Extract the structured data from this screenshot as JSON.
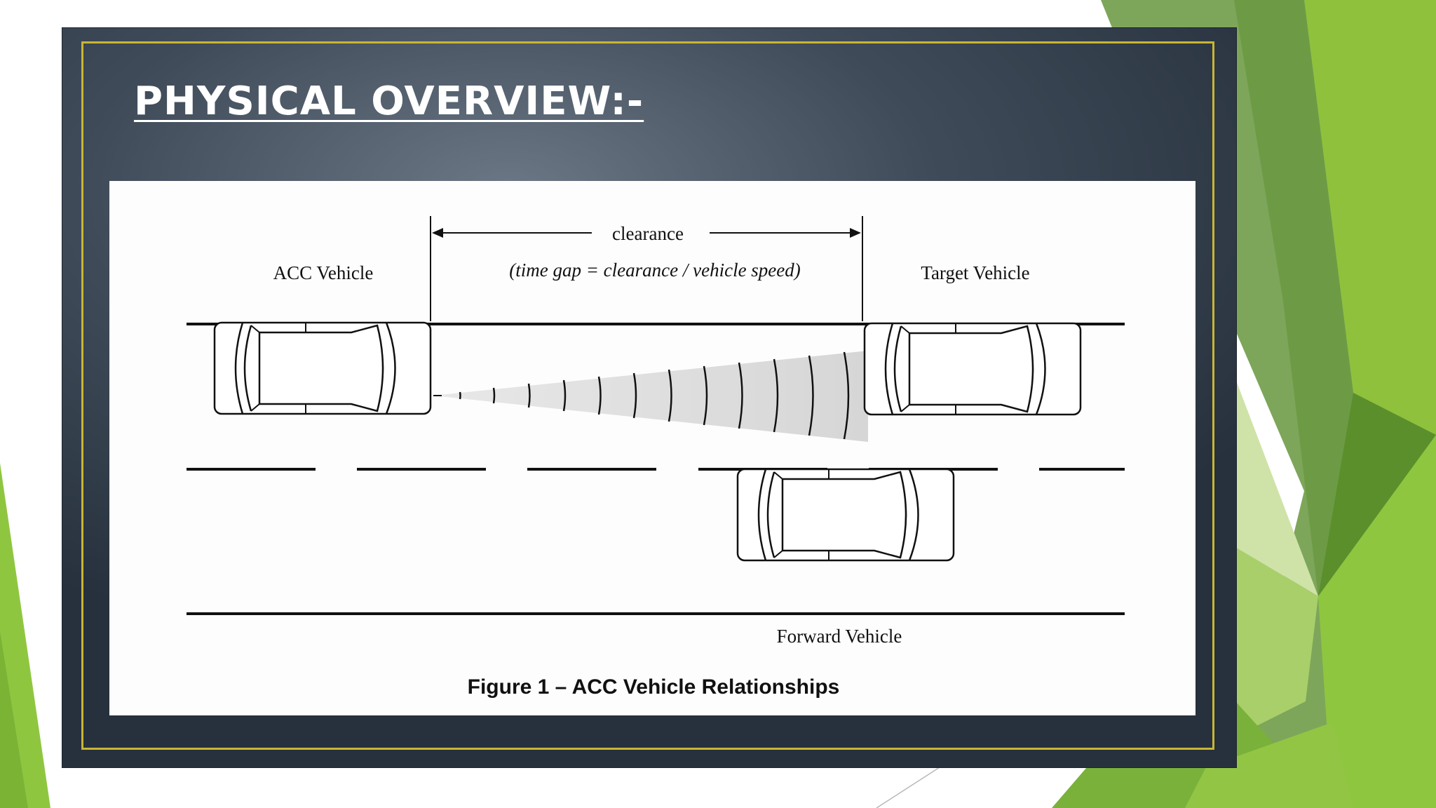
{
  "slide": {
    "title": "PHYSICAL OVERVIEW:-"
  },
  "diagram": {
    "clearance_label": "clearance",
    "formula_label": "(time gap = clearance / vehicle speed)",
    "acc_vehicle_label": "ACC Vehicle",
    "target_vehicle_label": "Target Vehicle",
    "forward_vehicle_label": "Forward Vehicle",
    "caption": "Figure 1 – ACC Vehicle Relationships"
  },
  "colors": {
    "slide_background": "#3f4b59",
    "frame_border": "#c9b534",
    "accent_green": "#8dc63f",
    "panel_background": "#fdfdfd"
  }
}
